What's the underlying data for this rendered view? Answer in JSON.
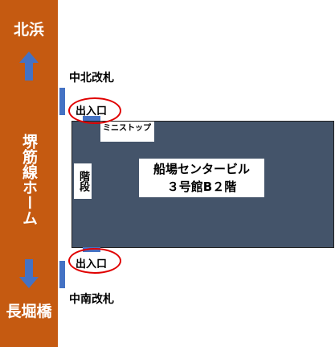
{
  "colors": {
    "platform": "#c55a11",
    "arrow": "#4472c4",
    "building": "#44546a",
    "exit_circle": "#e00000"
  },
  "platform": {
    "north_station": "北浜",
    "south_station": "長堀橋",
    "line_label": "堺筋線ホーム",
    "up_arrow_icon": "arrow-up",
    "down_arrow_icon": "arrow-down"
  },
  "gates": {
    "north": "中北改札",
    "south": "中南改札"
  },
  "exits": {
    "north": "出入口",
    "south": "出入口"
  },
  "building": {
    "name_line1": "船場センタービル",
    "name_line2": "３号館B２階",
    "store": "ミニストップ",
    "stairs": "階段"
  }
}
